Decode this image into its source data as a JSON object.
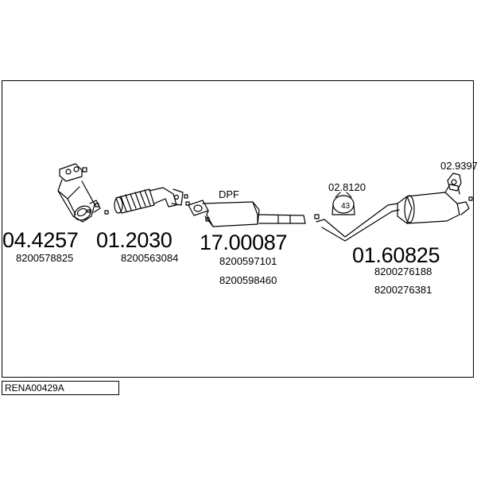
{
  "diagram_code": "RENA00429A",
  "parts": [
    {
      "part_number": "04.4257",
      "oem_numbers": [
        "8200578825"
      ]
    },
    {
      "part_number": "01.2030",
      "oem_numbers": [
        "8200563084"
      ]
    },
    {
      "part_number": "17.00087",
      "oem_numbers": [
        "8200597101",
        "8200598460"
      ],
      "label": "DPF"
    },
    {
      "part_number": "02.8120",
      "clamp_size": "43"
    },
    {
      "part_number": "01.60825",
      "oem_numbers": [
        "8200276188",
        "8200276381"
      ]
    },
    {
      "part_number": "02.9397"
    }
  ]
}
